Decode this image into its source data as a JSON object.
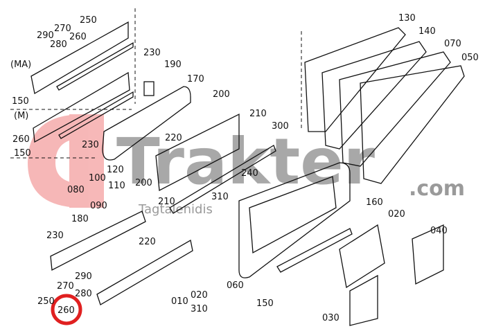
{
  "diagram": {
    "variants": [
      "(MA)",
      "(M)"
    ],
    "labels": {
      "l290": "290",
      "l270": "270",
      "l250": "250",
      "l260top": "260",
      "l280top": "280",
      "l150a": "150",
      "l260a": "260",
      "l150b": "150",
      "l230a": "230",
      "l230b": "230",
      "l190": "190",
      "l170": "170",
      "l200a": "200",
      "l220a": "220",
      "l120": "120",
      "l100": "100",
      "l110": "110",
      "l080": "080",
      "l200b": "200",
      "l090": "090",
      "l210a": "210",
      "l300": "300",
      "l240": "240",
      "l310a": "310",
      "l210b": "210",
      "l180": "180",
      "l230c": "230",
      "l220b": "220",
      "l290b": "290",
      "l270b": "270",
      "l280b": "280",
      "l250b": "250",
      "l260b": "260",
      "l010": "010",
      "l020b": "020",
      "l310b": "310",
      "l060": "060",
      "l150c": "150",
      "l160": "160",
      "l020": "020",
      "l040": "040",
      "l030": "030",
      "l130": "130",
      "l140": "140",
      "l070": "070",
      "l050": "050"
    },
    "highlight_color": "#e02020"
  },
  "watermark": {
    "brand": "Trakter",
    "domain": ".com",
    "owner": "Tagtalenidis",
    "logo_color": "#f08080",
    "text_color": "#9a9a9a"
  }
}
